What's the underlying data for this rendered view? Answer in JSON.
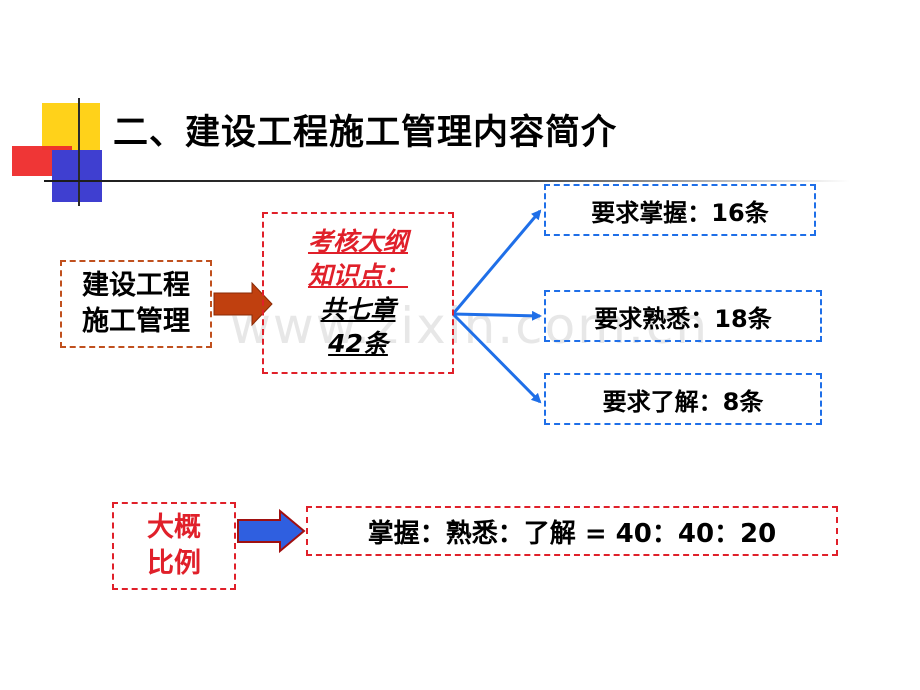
{
  "title": "二、建设工程施工管理内容简介",
  "watermark": "www.zixin.com.cn",
  "source_box": {
    "line1": "建设工程",
    "line2": "施工管理"
  },
  "syllabus_box": {
    "line1": "考核大纲",
    "line2": "知识点：",
    "line3": "共七章",
    "line4": "42条"
  },
  "requirements": [
    {
      "label": "要求掌握：16条"
    },
    {
      "label": "要求熟悉：18条"
    },
    {
      "label": "要求了解：8条"
    }
  ],
  "approx_box": {
    "line1": "大概",
    "line2": "比例"
  },
  "ratio_box": {
    "text": "掌握：熟悉：了解 = 40：40：20"
  },
  "colors": {
    "red": "#e0202a",
    "blue": "#1f6fe8",
    "brown": "#c0501e",
    "yellow": "#ffd21a",
    "navy": "#3f3fd0"
  }
}
